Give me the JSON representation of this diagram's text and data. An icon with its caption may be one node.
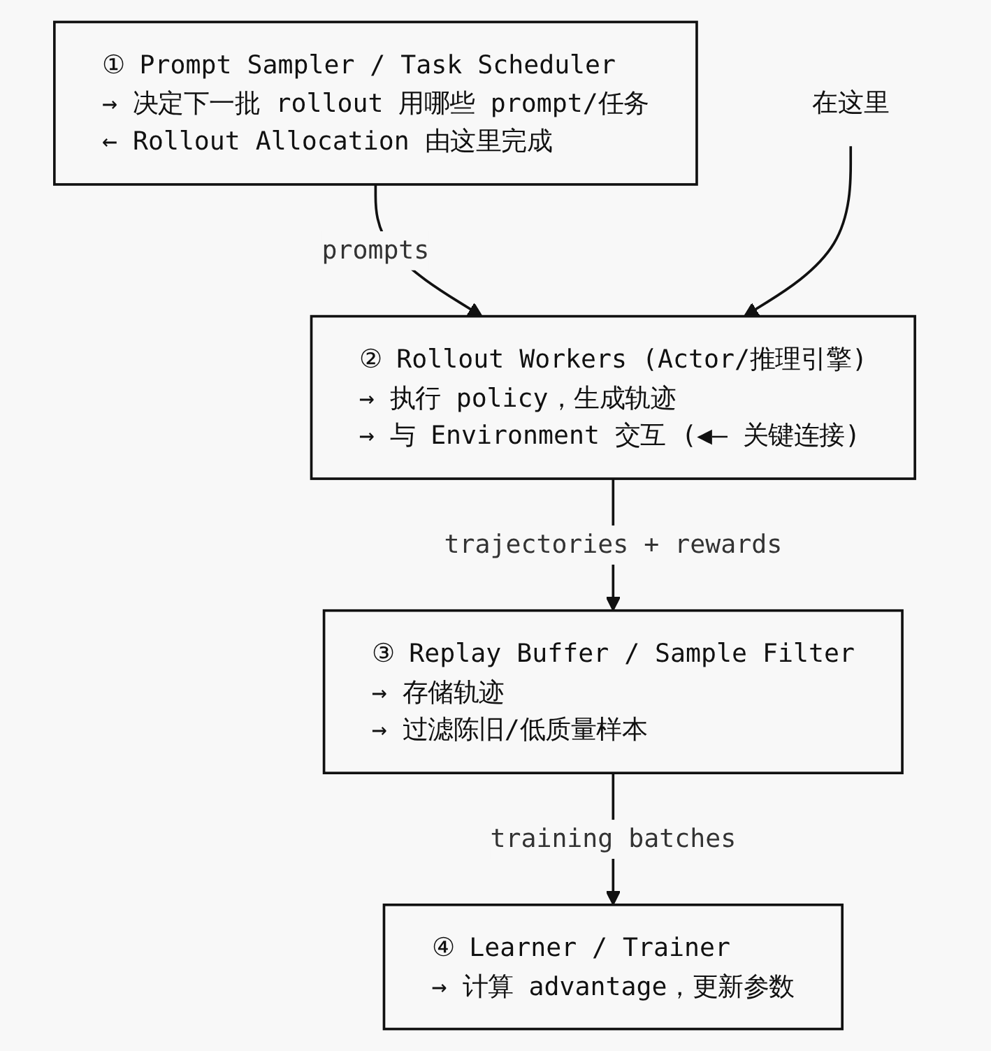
{
  "diagram": {
    "nodes": [
      {
        "text": [
          "① Prompt Sampler / Task Scheduler",
          "→ 决定下一批 rollout 用哪些 prompt/任务",
          "← Rollout Allocation 由这里完成"
        ]
      },
      {
        "text": [
          "② Rollout Workers (Actor/推理引擎)",
          "→ 执行 policy，生成轨迹",
          "→ 与 Environment 交互 (◀— 关键连接)"
        ]
      },
      {
        "text": [
          "③ Replay Buffer / Sample Filter",
          "→ 存储轨迹",
          "→ 过滤陈旧/低质量样本"
        ]
      },
      {
        "text": [
          "④ Learner / Trainer",
          "→ 计算 advantage，更新参数"
        ]
      },
      {
        "text": [
          "在这里"
        ]
      }
    ],
    "edges": [
      {
        "from": 0,
        "to": 1,
        "arrow": "to",
        "label": "prompts"
      },
      {
        "from": 1,
        "to": 2,
        "arrow": "to",
        "label": "trajectories + rewards"
      },
      {
        "from": 2,
        "to": 3,
        "arrow": "to",
        "label": "training batches"
      },
      {
        "from": 4,
        "to": 1,
        "arrow": "to"
      }
    ]
  }
}
